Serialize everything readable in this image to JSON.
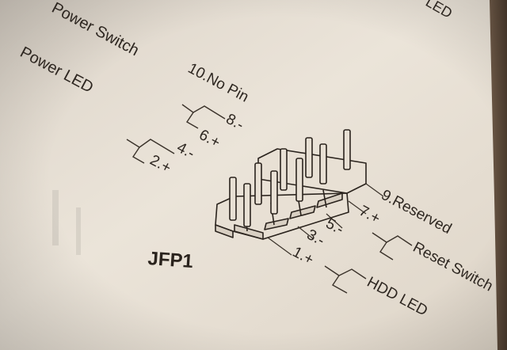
{
  "labels": {
    "top_cut": "LED",
    "power_switch": "Power Switch",
    "power_led": "Power LED",
    "pin_10": "10.No Pin",
    "pin_8": "8.-",
    "pin_6": "6.+",
    "pin_4": "4.-",
    "pin_2": "2.+",
    "pin_9": "9.Reserved",
    "pin_7": "7.+",
    "pin_5": "5.-",
    "pin_3": "3.-",
    "pin_1": "1.+",
    "reset_switch": "Reset Switch",
    "hdd_led": "HDD LED",
    "header_name": "JFP1"
  },
  "colors": {
    "paper": "#e9e1d6",
    "ink": "#2d2620"
  }
}
